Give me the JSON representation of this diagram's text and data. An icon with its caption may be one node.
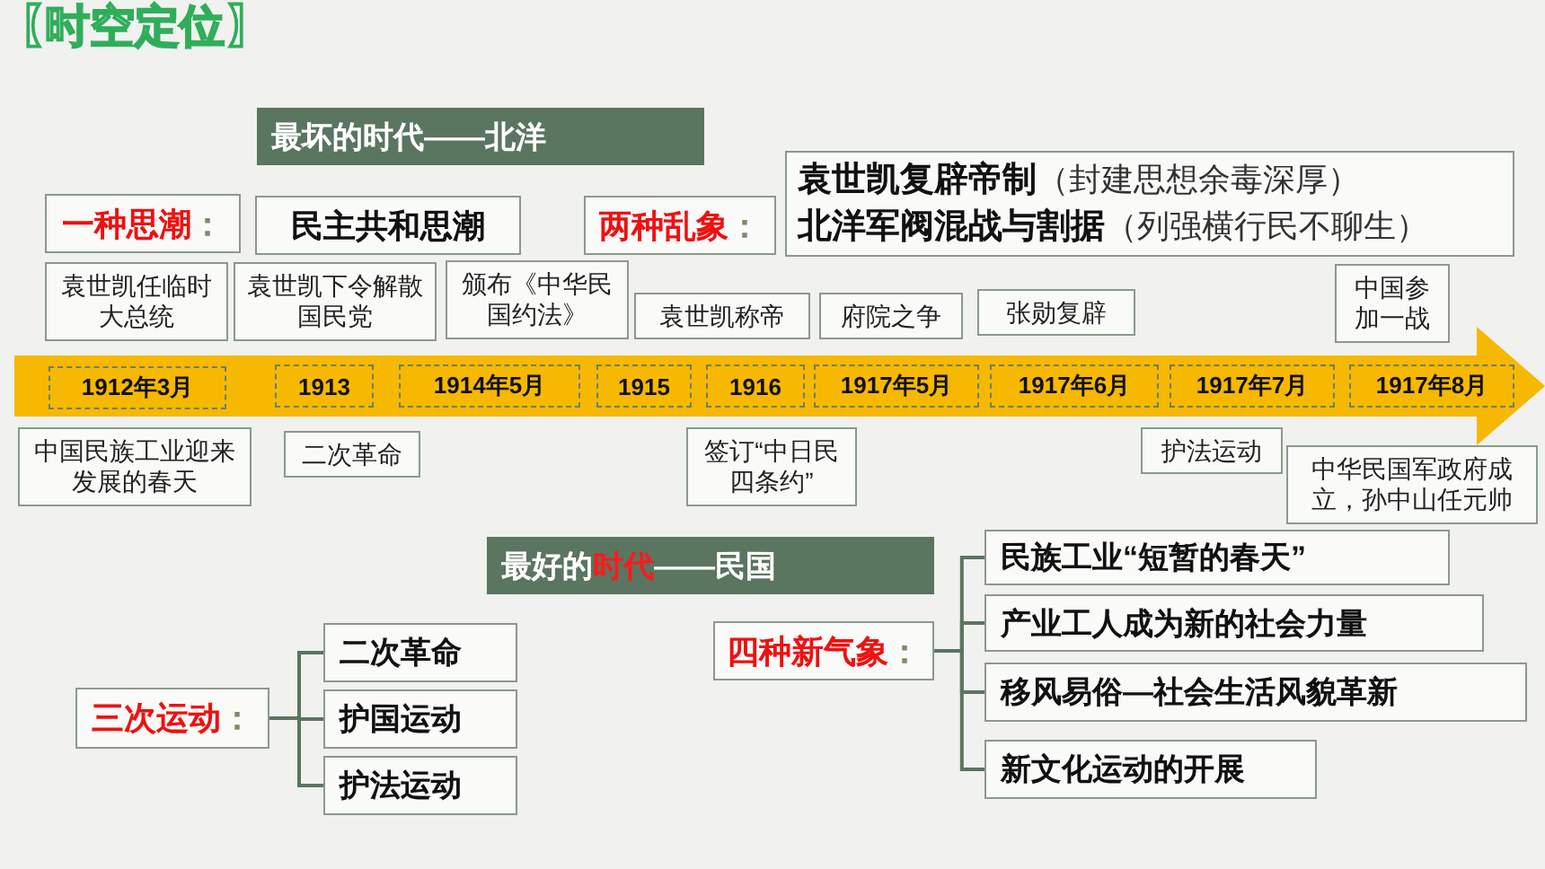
{
  "diagram": {
    "title": "【时空定位】",
    "nodes": [
      {
        "text": [
          "最坏的时代——北洋"
        ]
      },
      {
        "text": [
          "一种思潮",
          "："
        ]
      },
      {
        "text": [
          "民主共和思潮"
        ]
      },
      {
        "text": [
          "两种乱象",
          "："
        ]
      },
      {
        "text": [
          "袁世凯复辟帝制",
          "（封建思想余毒深厚）",
          "北洋军阀混战与割据",
          "（列强横行民不聊生）"
        ]
      },
      {
        "text": [
          "袁世凯任临时大总统"
        ]
      },
      {
        "text": [
          "袁世凯下令解散国民党"
        ]
      },
      {
        "text": [
          "颁布《中华民国约法》"
        ]
      },
      {
        "text": [
          "袁世凯称帝"
        ]
      },
      {
        "text": [
          "府院之争"
        ]
      },
      {
        "text": [
          "张勋复辟"
        ]
      },
      {
        "text": [
          "中国参加一战"
        ]
      },
      {
        "text": [],
        "shape": "arrow"
      },
      {
        "text": [
          "1912年3月"
        ],
        "in": 12
      },
      {
        "text": [
          "1913"
        ],
        "in": 12
      },
      {
        "text": [
          "1914年5月"
        ],
        "in": 12
      },
      {
        "text": [
          "1915"
        ],
        "in": 12
      },
      {
        "text": [
          "1916"
        ],
        "in": 12
      },
      {
        "text": [
          "1917年5月"
        ],
        "in": 12
      },
      {
        "text": [
          "1917年6月"
        ],
        "in": 12
      },
      {
        "text": [
          "1917年7月"
        ],
        "in": 12
      },
      {
        "text": [
          "1917年8月"
        ],
        "in": 12
      },
      {
        "text": [
          "中国民族工业迎来发展的春天"
        ]
      },
      {
        "text": [
          "二次革命"
        ]
      },
      {
        "text": [
          "签订“中日民四条约”"
        ]
      },
      {
        "text": [
          "护法运动"
        ]
      },
      {
        "text": [
          "中华民国军政府成立，孙中山任元帅"
        ]
      },
      {
        "text": [
          "最好的",
          "时代",
          "——民国"
        ]
      },
      {
        "text": [
          "三次运动",
          "："
        ]
      },
      {
        "text": [
          "二次革命"
        ]
      },
      {
        "text": [
          "护国运动"
        ]
      },
      {
        "text": [
          "护法运动"
        ]
      },
      {
        "text": [
          "四种新气象",
          "："
        ]
      },
      {
        "text": [
          "民族工业“短暂的春天”"
        ]
      },
      {
        "text": [
          "产业工人成为新的社会力量"
        ]
      },
      {
        "text": [
          "移风易俗—社会生活风貌革新"
        ]
      },
      {
        "text": [
          "新文化运动的开展"
        ]
      }
    ],
    "edges": [
      {
        "from": 28,
        "to": 29,
        "arrow": "none"
      },
      {
        "from": 28,
        "to": 30,
        "arrow": "none"
      },
      {
        "from": 28,
        "to": 31,
        "arrow": "none"
      },
      {
        "from": 32,
        "to": 33,
        "arrow": "none"
      },
      {
        "from": 32,
        "to": 34,
        "arrow": "none"
      },
      {
        "from": 32,
        "to": 35,
        "arrow": "none"
      },
      {
        "from": 32,
        "to": 36,
        "arrow": "none"
      }
    ]
  }
}
